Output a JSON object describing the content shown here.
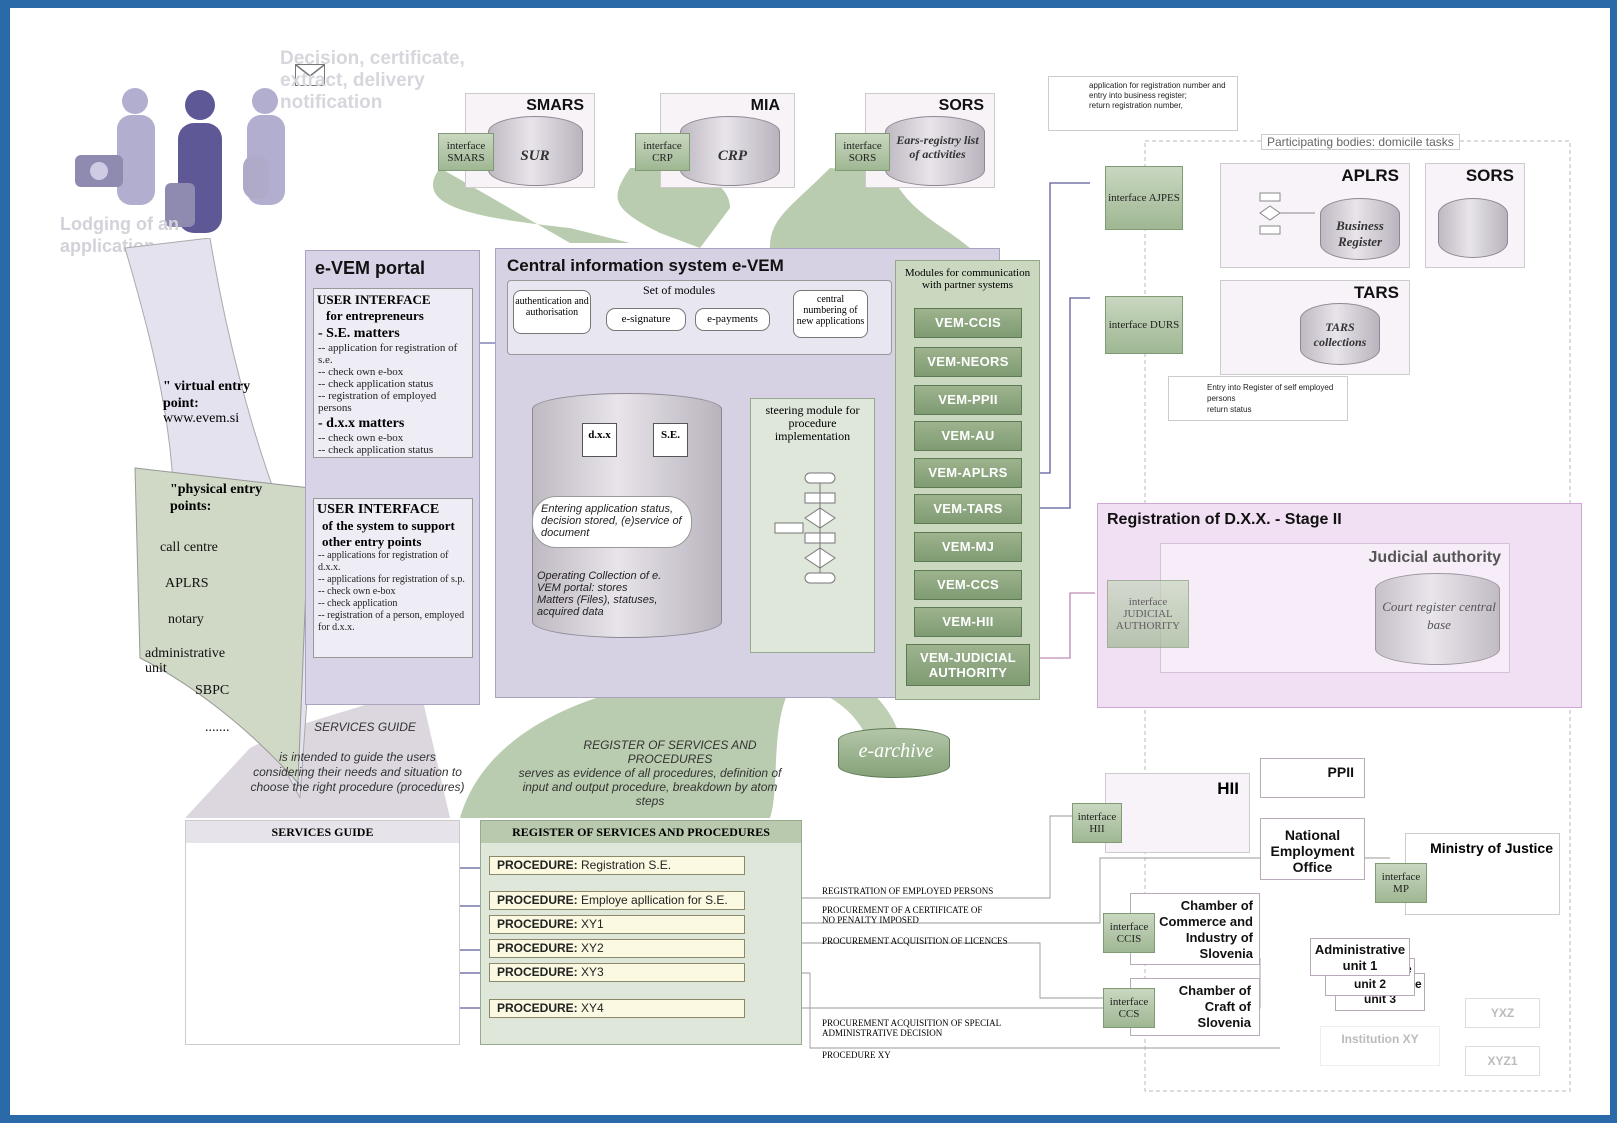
{
  "lodging": {
    "decision_text": "Decision, certificate, extract, delivery notification",
    "lodging_text": "Lodging of an application"
  },
  "top_dbs": [
    {
      "title": "SMARS",
      "iface": "interface SMARS",
      "db": "SUR"
    },
    {
      "title": "MIA",
      "iface": "interface CRP",
      "db": "CRP"
    },
    {
      "title": "SORS",
      "iface": "interface SORS",
      "db": "Ears-registry list of activities"
    }
  ],
  "portal": {
    "title": "e-VEM portal",
    "ui1_title": "USER INTERFACE",
    "ui1_sub": "for entrepreneurs",
    "se_matters": "- S.E. matters",
    "se_items": [
      "-- application for registration of s.e.",
      "-- check own e-box",
      "-- check application status",
      "-- registration of employed persons"
    ],
    "dxx_matters": "- d.x.x matters",
    "dxx_items": [
      "-- check own e-box",
      "-- check application status"
    ],
    "ui2_title": "USER INTERFACE",
    "ui2_sub": "of the system to support other entry points",
    "ui2_items": [
      "-- applications for registration of d.x.x.",
      "-- applications for registration of s.p.",
      "-- check own e-box",
      "-- check application",
      "-- registration of a person, employed for d.x.x."
    ]
  },
  "entry": {
    "virtual": "\" virtual entry point:",
    "virtual_url": "www.evem.si",
    "physical": "\"physical entry points:",
    "items": [
      "call centre",
      "APLRS",
      "notary",
      "administrative unit",
      "SBPC",
      "......."
    ]
  },
  "central": {
    "title": "Central information system e-VEM",
    "set_of_modules": "Set of modules",
    "modules": [
      "authentication and authorisation",
      "e-signature",
      "e-payments",
      "central numbering of new applications"
    ],
    "doc1": "d.x.x",
    "doc2": "S.E.",
    "entering": "Entering application status, decision stored, (e)service of document",
    "operating": "Operating Collection of e. VEM portal: stores Matters (Files), statuses, acquired data",
    "steering": "steering module for procedure implementation"
  },
  "comm": {
    "title": "Modules for communication with partner systems",
    "modules": [
      "VEM-CCIS",
      "VEM-NEORS",
      "VEM-PPII",
      "VEM-AU",
      "VEM-APLRS",
      "VEM-TARS",
      "VEM-MJ",
      "VEM-CCS",
      "VEM-HII",
      "VEM-JUDICIAL AUTHORITY"
    ]
  },
  "earchive": "e-archive",
  "legend1": {
    "line1": "application for registration number and entry into business register;",
    "line2": "return registration number,"
  },
  "legend2": {
    "line1": "Entry into Register of self employed persons",
    "line2": "return status"
  },
  "participating": "Participating bodies: domicile tasks",
  "aplrs": {
    "title": "APLRS",
    "iface": "interface AJPES",
    "db": "Business Register"
  },
  "sors2": {
    "title": "SORS"
  },
  "tars": {
    "title": "TARS",
    "iface": "interface DURS",
    "db": "TARS collections"
  },
  "stage2": {
    "title": "Registration of D.X.X. - Stage II",
    "judicial": "Judicial authority",
    "iface": "interface JUDICIAL AUTHORITY",
    "db": "Court register central base"
  },
  "services_guide": {
    "title": "SERVICES GUIDE",
    "caption_title": "SERVICES GUIDE",
    "caption": "is intended to guide the users considering their needs and situation to choose the right procedure (procedures)"
  },
  "register": {
    "title": "REGISTER OF SERVICES AND PROCEDURES",
    "caption_title": "REGISTER OF SERVICES AND PROCEDURES",
    "caption": "serves as evidence of all procedures, definition of input and output procedure, breakdown by atom steps",
    "procedures": [
      {
        "label": "PROCEDURE:",
        "text": "Registration S.E."
      },
      {
        "label": "PROCEDURE:",
        "text": "Employe apllication for S.E."
      },
      {
        "label": "PROCEDURE:",
        "text": "XY1"
      },
      {
        "label": "PROCEDURE:",
        "text": "XY2"
      },
      {
        "label": "PROCEDURE:",
        "text": "XY3"
      },
      {
        "label": "PROCEDURE:",
        "text": "XY4"
      }
    ]
  },
  "links": {
    "l1": "REGISTRATION OF EMPLOYED PERSONS",
    "l2": "PROCUREMENT OF A CERTIFICATE OF NO PENALTY IMPOSED",
    "l3": "PROCUREMENT ACQUISITION OF LICENCES",
    "l4": "PROCUREMENT ACQUISITION OF SPECIAL ADMINISTRATIVE DECISION",
    "l5": "PROCEDURE XY"
  },
  "bottom_orgs": {
    "hii": "HII",
    "hii_iface": "interface HII",
    "ppii": "PPII",
    "neo": "National Employment Office",
    "moj": "Ministry of Justice",
    "moj_iface": "interface MP",
    "ccis": "Chamber of Commerce and Industry of Slovenia",
    "ccis_iface": "interface CCIS",
    "ccs": "Chamber of Craft of Slovenia",
    "ccs_iface": "interface CCS",
    "au1": "Administrative unit 1",
    "au2": "Administrative unit 2",
    "au3": "Administrative unit 3",
    "yxz": "YXZ",
    "xyz1": "XYZ1",
    "inst": "Institution XY"
  }
}
